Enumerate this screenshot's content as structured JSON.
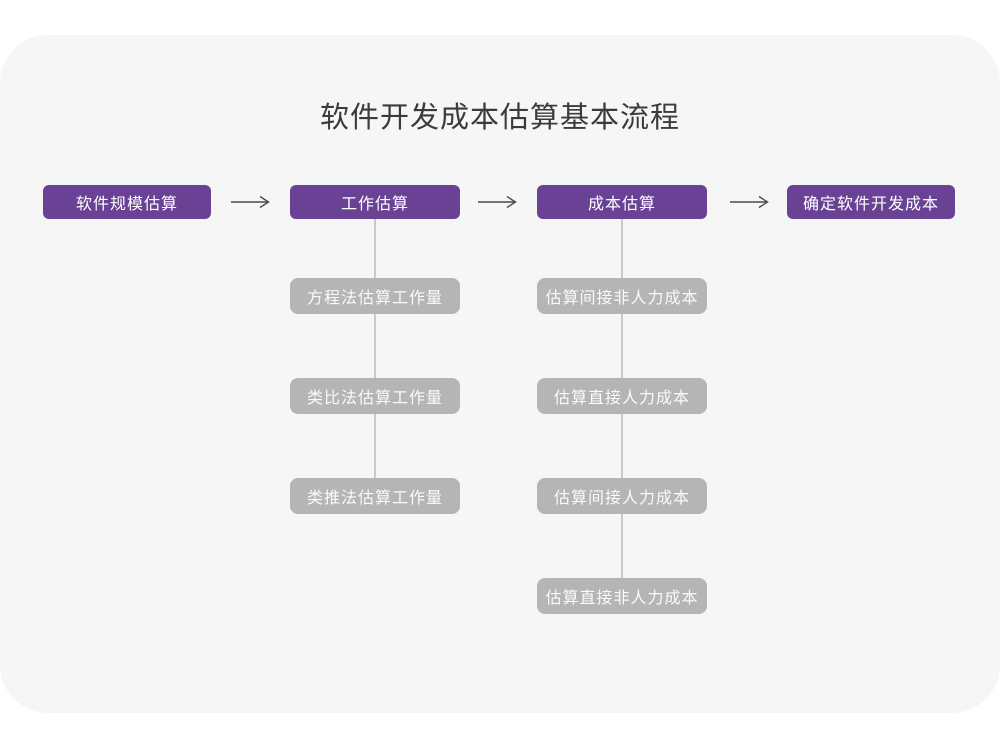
{
  "title": "软件开发成本估算基本流程",
  "flow": {
    "main_steps": [
      {
        "label": "软件规模估算"
      },
      {
        "label": "工作估算"
      },
      {
        "label": "成本估算"
      },
      {
        "label": "确定软件开发成本"
      }
    ],
    "work_estimation_methods": [
      "方程法估算工作量",
      "类比法估算工作量",
      "类推法估算工作量"
    ],
    "cost_estimation_items": [
      "估算间接非人力成本",
      "估算直接人力成本",
      "估算间接人力成本",
      "估算直接非人力成本"
    ]
  },
  "colors": {
    "step_box": "#6A4295",
    "sub_box": "#B5B5B5",
    "card_background": "#F6F6F6",
    "page_background": "#FFFFFF",
    "title_text": "#3B3B3B",
    "box_text": "#FFFFFF",
    "arrow": "#4A4A4A",
    "connector_line": "#C9C9C9"
  }
}
